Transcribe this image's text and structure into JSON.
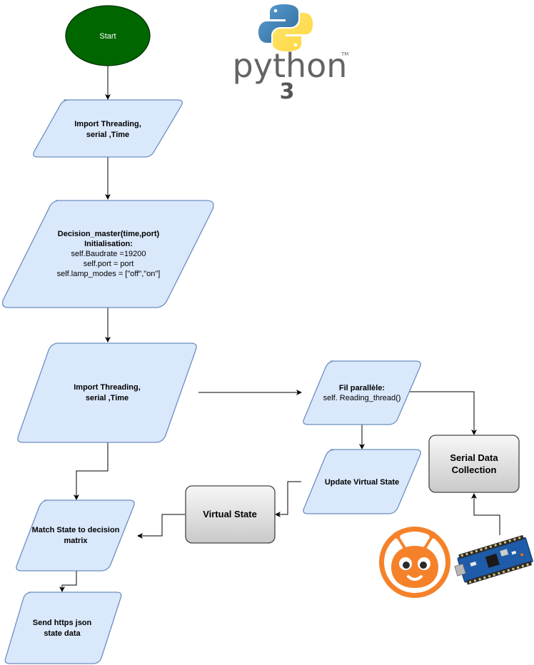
{
  "nodes": {
    "start": {
      "label": "Start"
    },
    "import1": {
      "line1": "Import Threading,",
      "line2": "serial ,Time"
    },
    "decision": {
      "title": "Decision_master(time,port)",
      "subtitle": "Initialisation:",
      "line1": "self.Baudrate =19200",
      "line2": "self.port = port",
      "line3": "self.lamp_modes = [\"off\",\"on\"]"
    },
    "import2": {
      "line1": "Import Threading,",
      "line2": "serial ,Time"
    },
    "fil": {
      "title": "Fil parallèle:",
      "line1": "self. Reading_thread()"
    },
    "serial": {
      "line1": "Serial Data",
      "line2": "Collection"
    },
    "update": {
      "label": "Update Virtual  State"
    },
    "virtual": {
      "label": "Virtual State"
    },
    "match": {
      "line1": "Match State to decision",
      "line2": "matrix"
    },
    "send": {
      "line1": "Send https json",
      "line2": "state data"
    }
  },
  "logos": {
    "python": {
      "word": "python",
      "version": "3",
      "tm": "TM"
    },
    "platformio": {
      "icon": "platformio-icon"
    },
    "arduino": {
      "icon": "arduino-nano-board"
    }
  },
  "colors": {
    "start_fill": "#006600",
    "process_fill": "#dae8fc",
    "process_stroke": "#6c8ebf",
    "box_grey": "#e6e6e6",
    "platformio_orange": "#f5822a",
    "arduino_blue": "#1e5ba8"
  }
}
